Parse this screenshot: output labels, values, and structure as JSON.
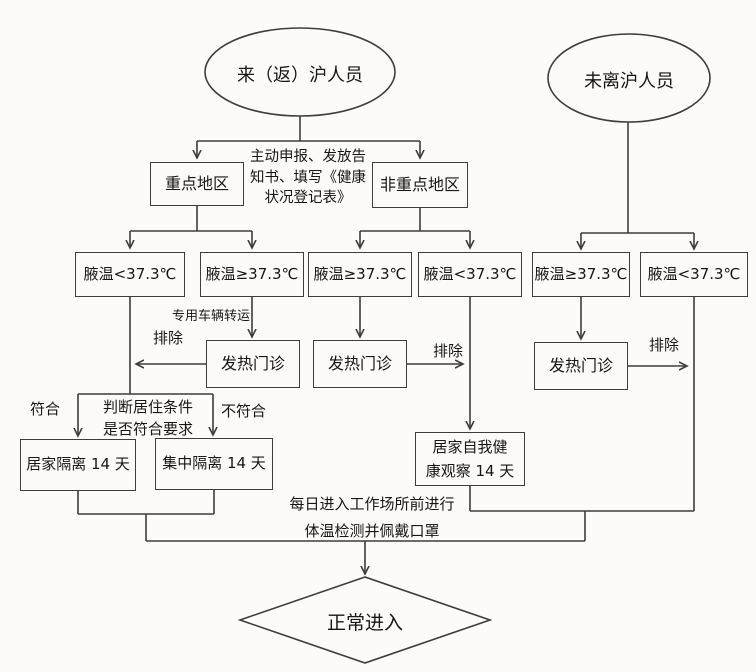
{
  "colors": {
    "line": "#3d3d3d",
    "text": "#161616",
    "background": "#fcfbf8"
  },
  "nodes": {
    "arrival": "来（返）沪人员",
    "stayed": "未离沪人员",
    "key_area": "重点地区",
    "nonkey_area": "非重点地区",
    "temp1": "腋温<37.3℃",
    "temp2": "腋温≥37.3℃",
    "temp3": "腋温≥37.3℃",
    "temp4": "腋温<37.3℃",
    "temp5": "腋温≥37.3℃",
    "temp6": "腋温<37.3℃",
    "fever_clinic": "发热门诊",
    "home_quarantine": "居家隔离 14 天",
    "central_quarantine": "集中隔离 14 天",
    "observe_line1": "居家自我健",
    "observe_line2": "康观察 14 天",
    "normal_entry": "正常进入"
  },
  "annotations": {
    "declare_line1": "主动申报、发放告",
    "declare_line2": "知书、填写《健康",
    "declare_line3": "状况登记表》",
    "transfer": "专用车辆转运",
    "exclude": "排除",
    "meets": "符合",
    "not_meets": "不符合",
    "decision_line1": "判断居住条件",
    "decision_line2": "是否符合要求",
    "daily_line1": "每日进入工作场所前进行",
    "daily_line2": "体温检测并佩戴口罩"
  }
}
